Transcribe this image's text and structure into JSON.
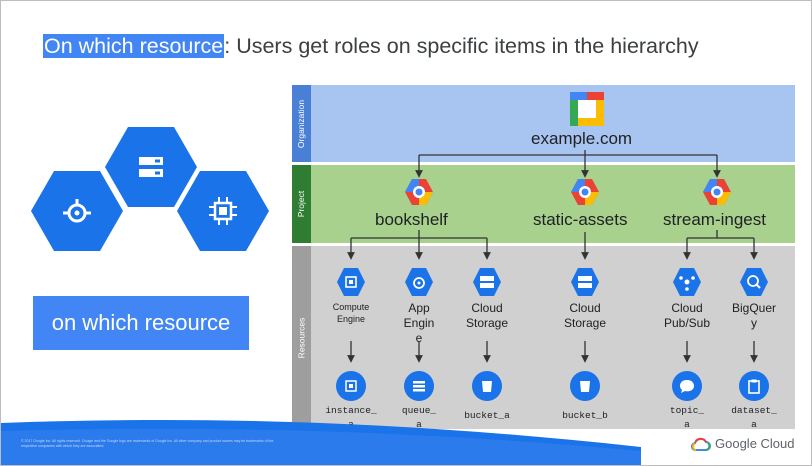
{
  "title": {
    "highlight": "On which resource",
    "rest": ": Users get roles on specific items in the hierarchy"
  },
  "side_pill": "on which resource",
  "bands": {
    "organization": "Organization",
    "project": "Project",
    "resources": "Resources"
  },
  "org_name": "example.com",
  "projects": [
    {
      "name": "bookshelf"
    },
    {
      "name": "static-assets"
    },
    {
      "name": "stream-ingest"
    }
  ],
  "resources": [
    {
      "label_l1": "Compute",
      "label_l2": "Engine",
      "icon": "compute-engine-icon",
      "child": "instance_",
      "child2": "a",
      "child_icon": "chip-icon"
    },
    {
      "label_l1": "App",
      "label_l2": "Engin",
      "label_l3": "e",
      "icon": "app-engine-icon",
      "child": "queue_",
      "child2": "a",
      "child_icon": "queue-icon"
    },
    {
      "label_l1": "Cloud",
      "label_l2": "Storage",
      "icon": "cloud-storage-icon",
      "child": "bucket_a",
      "child_icon": "bucket-icon"
    },
    {
      "label_l1": "Cloud",
      "label_l2": "Storage",
      "icon": "cloud-storage-icon",
      "child": "bucket_b",
      "child_icon": "bucket-icon"
    },
    {
      "label_l1": "Cloud",
      "label_l2": "Pub/Sub",
      "icon": "pubsub-icon",
      "child": "topic_",
      "child2": "a",
      "child_icon": "chat-icon"
    },
    {
      "label_l1": "BigQuer",
      "label_l2": "y",
      "icon": "bigquery-icon",
      "child": "dataset_",
      "child2": "a",
      "child_icon": "clipboard-icon"
    }
  ],
  "legal": "© 2017 Google Inc. All rights reserved. Google and the Google logo are trademarks of Google Inc. All other company and product names may be trademarks of the respective companies with which they are associated.",
  "brand": "Google Cloud",
  "colors": {
    "accent": "#4285f4",
    "org_band": "#a8c4f0",
    "project_band": "#a9d18e",
    "resource_band": "#d0d0d0"
  }
}
